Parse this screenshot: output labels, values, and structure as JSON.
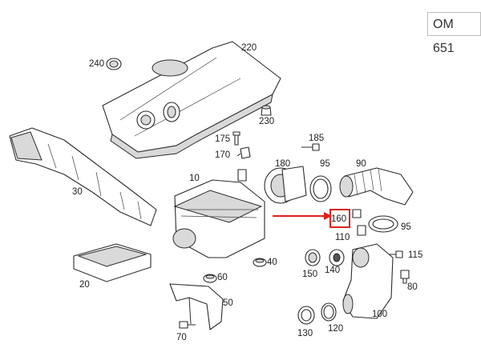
{
  "engine_code": "OM 651",
  "callouts": {
    "c220": "220",
    "c240": "240",
    "c230": "230",
    "c175": "175",
    "c170": "170",
    "c185": "185",
    "c180": "180",
    "c95a": "95",
    "c90": "90",
    "c10": "10",
    "c30": "30",
    "c160": "160",
    "c95b": "95",
    "c110": "110",
    "c115": "115",
    "c150": "150",
    "c140": "140",
    "c80": "80",
    "c40": "40",
    "c60": "60",
    "c20": "20",
    "c50": "50",
    "c100": "100",
    "c70": "70",
    "c130": "130",
    "c120": "120"
  },
  "colors": {
    "arrow": "#e0201c",
    "highlight": "#e0201c",
    "line": "#2b2b2b"
  }
}
